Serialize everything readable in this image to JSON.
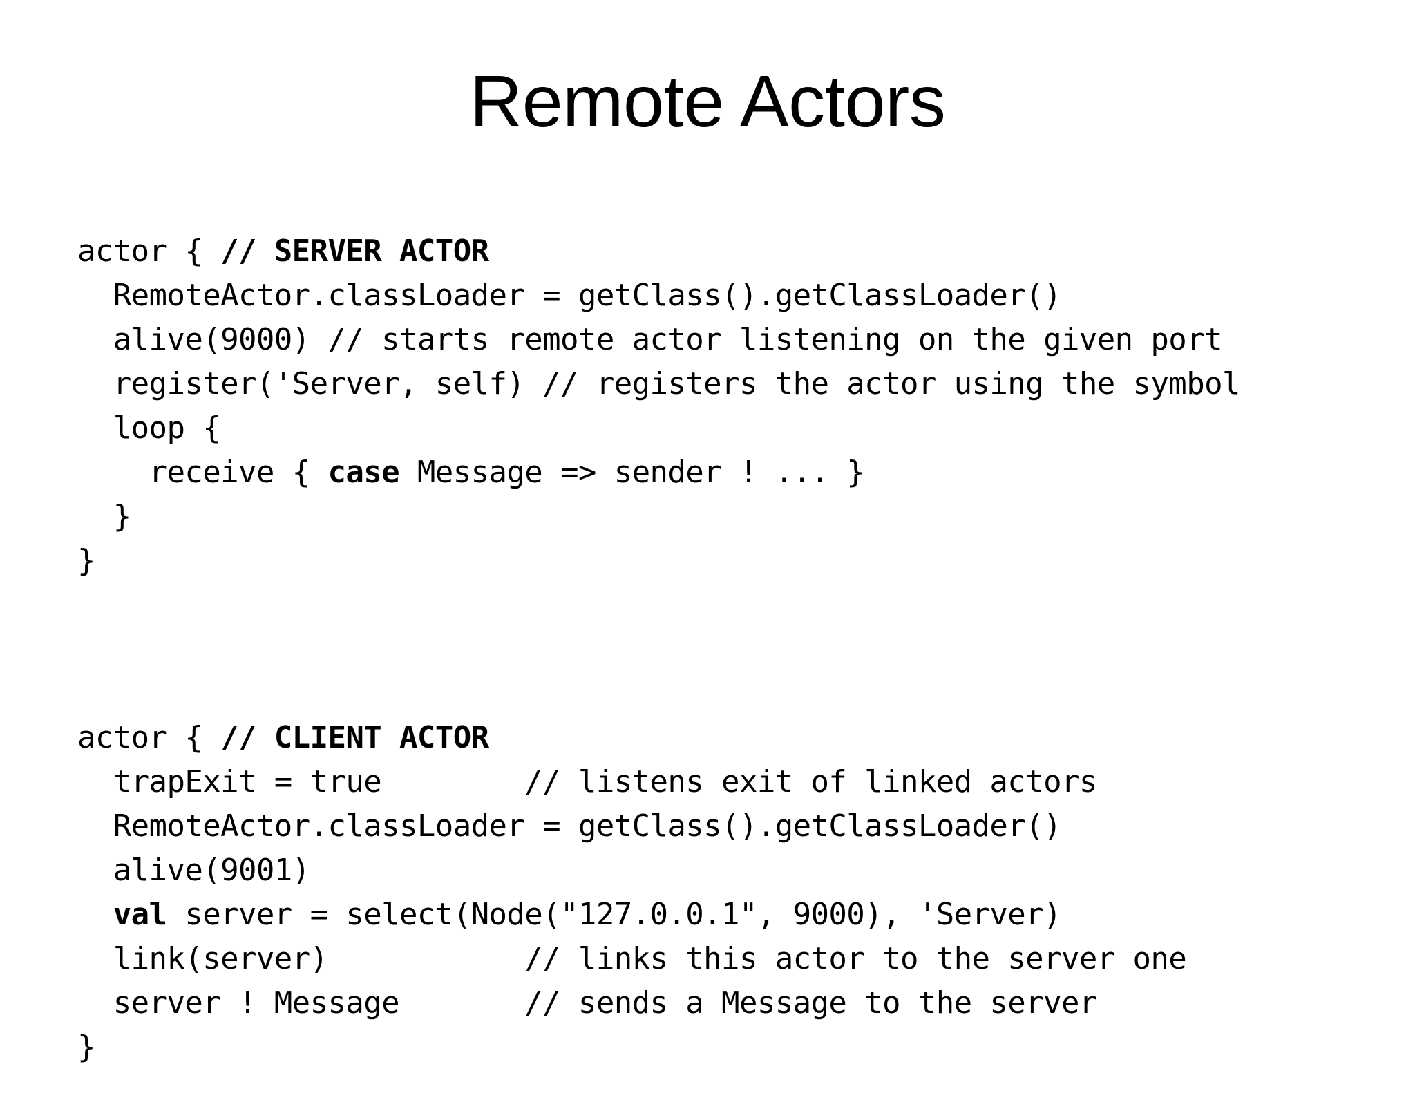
{
  "slide": {
    "title": "Remote Actors",
    "background_color": "#ffffff",
    "text_color": "#000000"
  },
  "code_blocks": [
    {
      "name": "server-actor-code",
      "lines": [
        [
          {
            "text": "actor { ",
            "bold": false
          },
          {
            "text": "// SERVER ACTOR",
            "bold": true
          }
        ],
        [
          {
            "text": "  RemoteActor.classLoader = getClass().getClassLoader()",
            "bold": false
          }
        ],
        [
          {
            "text": "  alive(9000) // starts remote actor listening on the given port",
            "bold": false
          }
        ],
        [
          {
            "text": "  register('Server, self) // registers the actor using the symbol",
            "bold": false
          }
        ],
        [
          {
            "text": "  loop {",
            "bold": false
          }
        ],
        [
          {
            "text": "    receive { ",
            "bold": false
          },
          {
            "text": "case",
            "bold": true
          },
          {
            "text": " Message => sender ! ... }",
            "bold": false
          }
        ],
        [
          {
            "text": "  }",
            "bold": false
          }
        ],
        [
          {
            "text": "}",
            "bold": false
          }
        ]
      ]
    },
    {
      "name": "client-actor-code",
      "lines": [
        [
          {
            "text": "actor { ",
            "bold": false
          },
          {
            "text": "// CLIENT ACTOR",
            "bold": true
          }
        ],
        [
          {
            "text": "  trapExit = true        // listens exit of linked actors",
            "bold": false
          }
        ],
        [
          {
            "text": "  RemoteActor.classLoader = getClass().getClassLoader()",
            "bold": false
          }
        ],
        [
          {
            "text": "  alive(9001)",
            "bold": false
          }
        ],
        [
          {
            "text": "  ",
            "bold": false
          },
          {
            "text": "val",
            "bold": true
          },
          {
            "text": " server = select(Node(\"127.0.0.1\", 9000), 'Server)",
            "bold": false
          }
        ],
        [
          {
            "text": "  link(server)           // links this actor to the server one",
            "bold": false
          }
        ],
        [
          {
            "text": "  server ! Message       // sends a Message to the server",
            "bold": false
          }
        ],
        [
          {
            "text": "}",
            "bold": false
          }
        ]
      ]
    }
  ]
}
